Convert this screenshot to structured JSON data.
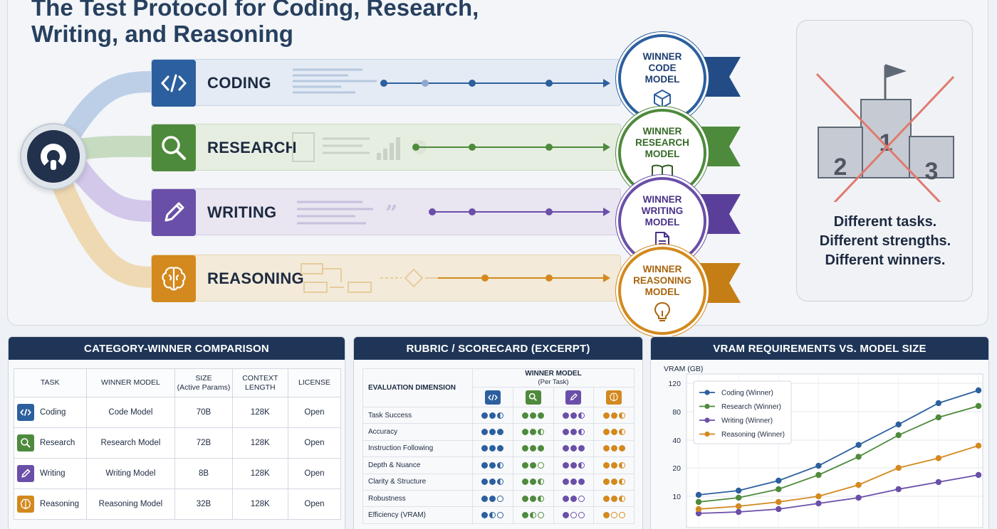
{
  "header": {
    "title_line1": "The Test Protocol for Coding, Research,",
    "title_line2": "Writing, and Reasoning"
  },
  "colors": {
    "coding": "#2c5f9e",
    "research": "#4e8a3c",
    "writing": "#6a4fa8",
    "reasoning": "#d3891e",
    "navy": "#1e3557"
  },
  "lanes": [
    {
      "label": "CODING",
      "icon": "code-icon",
      "badge": [
        "WINNER",
        "CODE",
        "MODEL"
      ],
      "badge_icon": "cube-icon"
    },
    {
      "label": "RESEARCH",
      "icon": "magnifier-icon",
      "badge": [
        "WINNER",
        "RESEARCH",
        "MODEL"
      ],
      "badge_icon": "book-icon"
    },
    {
      "label": "WRITING",
      "icon": "pencil-icon",
      "badge": [
        "WINNER",
        "WRITING",
        "MODEL"
      ],
      "badge_icon": "document-icon"
    },
    {
      "label": "REASONING",
      "icon": "brain-icon",
      "badge": [
        "WINNER",
        "REASONING",
        "MODEL"
      ],
      "badge_icon": "lightbulb-icon"
    }
  ],
  "podium": {
    "places": [
      "1",
      "2",
      "3"
    ],
    "lines": [
      "Different tasks.",
      "Different strengths.",
      "Different winners."
    ]
  },
  "comparison": {
    "title": "CATEGORY-WINNER COMPARISON",
    "headers": [
      "TASK",
      "WINNER MODEL",
      "SIZE",
      "(Active Params)",
      "CONTEXT",
      "LENGTH",
      "LICENSE"
    ],
    "rows": [
      {
        "task": "Coding",
        "model": "Code Model",
        "size": "70B",
        "context": "128K",
        "license": "Open"
      },
      {
        "task": "Research",
        "model": "Research Model",
        "size": "72B",
        "context": "128K",
        "license": "Open"
      },
      {
        "task": "Writing",
        "model": "Writing Model",
        "size": "8B",
        "context": "128K",
        "license": "Open"
      },
      {
        "task": "Reasoning",
        "model": "Reasoning Model",
        "size": "32B",
        "context": "128K",
        "license": "Open"
      }
    ]
  },
  "rubric": {
    "title": "RUBRIC / SCORECARD (EXCERPT)",
    "dim_header": "EVALUATION DIMENSION",
    "model_header": "WINNER MODEL",
    "model_sub": "(Per Task)",
    "rows": [
      {
        "dim": "Task Success",
        "scores": [
          2.5,
          3,
          2.5,
          2.5
        ]
      },
      {
        "dim": "Accuracy",
        "scores": [
          3,
          2.5,
          2.5,
          2.5
        ]
      },
      {
        "dim": "Instruction Following",
        "scores": [
          3,
          3,
          3,
          3
        ]
      },
      {
        "dim": "Depth & Nuance",
        "scores": [
          2.5,
          2,
          2.5,
          2.5
        ]
      },
      {
        "dim": "Clarity & Structure",
        "scores": [
          2.5,
          2.5,
          3,
          2.5
        ]
      },
      {
        "dim": "Robustness",
        "scores": [
          2,
          2.5,
          2,
          2.5
        ]
      },
      {
        "dim": "Efficiency (VRAM)",
        "scores": [
          1.5,
          1.5,
          1,
          1
        ]
      }
    ]
  },
  "vram": {
    "title": "VRAM REQUIREMENTS VS. MODEL SIZE"
  },
  "chart_data": {
    "type": "line",
    "title": "VRAM REQUIREMENTS VS. MODEL SIZE",
    "ylabel": "VRAM (GB)",
    "xlabel": "",
    "yticks": [
      "10",
      "20",
      "40",
      "80",
      "120"
    ],
    "x_count": 8,
    "legend_position": "top-left",
    "series": [
      {
        "name": "Coding (Winner)",
        "color": "#2c5f9e",
        "values": [
          10.5,
          12,
          15.5,
          21.5,
          36.5,
          62,
          92,
          110
        ]
      },
      {
        "name": "Research (Winner)",
        "color": "#4e8a3c",
        "values": [
          8,
          9.5,
          12.5,
          17.5,
          28,
          47,
          72,
          88
        ]
      },
      {
        "name": "Writing (Winner)",
        "color": "#6a4fa8",
        "values": [
          4,
          4.5,
          5.5,
          7.5,
          9.5,
          12.5,
          15,
          17.5
        ]
      },
      {
        "name": "Reasoning (Winner)",
        "color": "#d3891e",
        "values": [
          5.5,
          6.5,
          8,
          10,
          14,
          20,
          27,
          36
        ]
      }
    ]
  }
}
